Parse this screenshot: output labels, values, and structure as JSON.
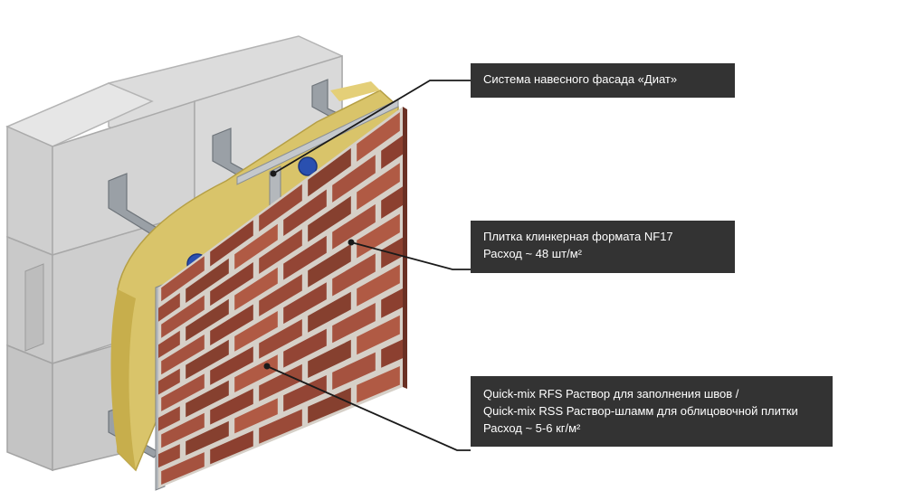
{
  "callouts": [
    {
      "lines": [
        "Система навесного фасада «Диат»"
      ]
    },
    {
      "lines": [
        "Плитка клинкерная формата NF17",
        "Расход ~ 48 шт/м²"
      ]
    },
    {
      "lines": [
        "Quick-mix RFS Раствор для заполнения швов /",
        "Quick-mix RSS Раствор-шламм для облицовочной плитки",
        "Расход ~ 5-6 кг/м²"
      ]
    }
  ],
  "colors": {
    "callout_bg": "#333333",
    "callout_text": "#ffffff",
    "concrete": "#d8d8d8",
    "insulation": "#d9c46a",
    "brick": "#9a4a38",
    "mortar": "#d6d0c8",
    "rail": "#b8bcc0",
    "anchor": "#2a50b0"
  }
}
